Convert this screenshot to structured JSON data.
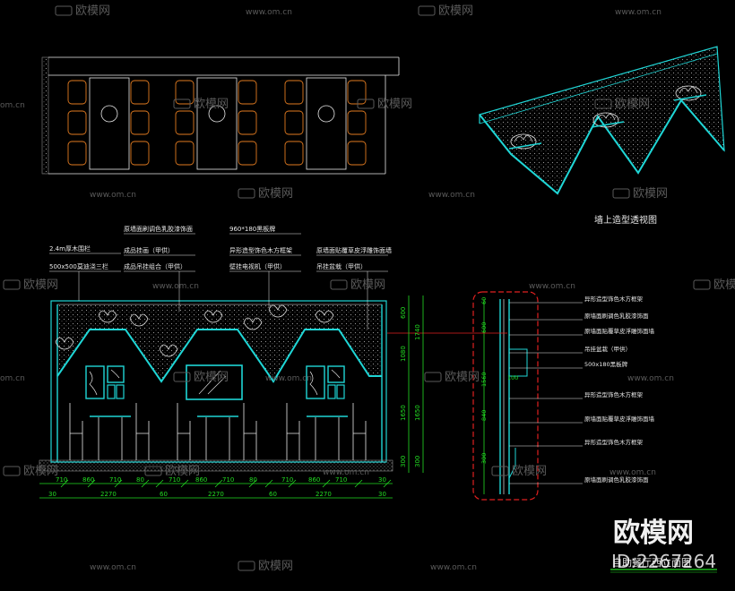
{
  "watermark": {
    "brand": "欧模网",
    "url": "www.om.cn",
    "url_short": "om.cn",
    "id_text": "ID:2267264",
    "big_brand": "欧模网"
  },
  "titles": {
    "perspective": "墙上造型透视图",
    "elevation": "自助餐厅西立面图"
  },
  "elevation_labels": [
    "2.4m厚木围栏",
    "500x500莫迪浇三栏",
    "原墙面刷调色乳胶漆饰面",
    "成品挂画（甲供）",
    "成品吊挂组合（甲供）",
    "960*180黑板牌",
    "异形造型饰色木方框架",
    "壁挂电视机（甲供）",
    "原墙面贴覆草皮浮雕饰面墙",
    "吊挂盆栽（甲供）"
  ],
  "section_labels": [
    "异形造型饰色木方框架",
    "原墙面刷调色乳胶漆饰面",
    "原墙面贴覆草皮浮雕饰面墙",
    "吊挂盆栽（甲供）",
    "500x180黑板牌",
    "异形造型饰色木方框架",
    "原墙面贴覆草皮浮雕饰面墙",
    "异形造型饰色木方框架",
    "原墙面刷调色乳胶漆饰面"
  ],
  "dims_bottom_top": [
    "710",
    "860",
    "710",
    "80",
    "710",
    "860",
    "710",
    "80",
    "710",
    "860",
    "710",
    "30"
  ],
  "dims_bottom_total": [
    "30",
    "2270",
    "60",
    "2270",
    "60",
    "2270",
    "30"
  ],
  "dims_right": [
    "600",
    "1740",
    "1080",
    "1650",
    "1650",
    "300",
    "300"
  ],
  "dims_section": [
    "60",
    "600",
    "1560",
    "840",
    "300",
    "100"
  ],
  "colors": {
    "cyan": "#1fd6d6",
    "green": "#22dd22",
    "red": "#e02020",
    "orange": "#e07a20",
    "white": "#e8e8e8",
    "grey": "#8a8a8a"
  }
}
